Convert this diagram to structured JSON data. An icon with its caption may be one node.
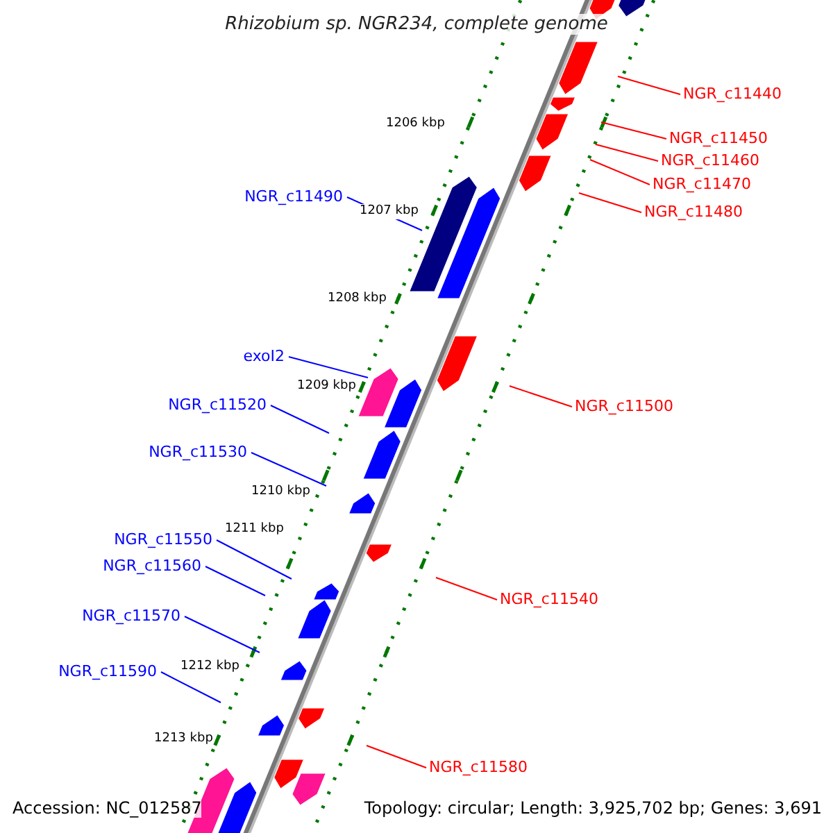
{
  "diagram": {
    "title": "Rhizobium sp. NGR234, complete genome",
    "nodes": [
      {
        "text": [
          "NGR_c11440"
        ]
      },
      {
        "text": [
          "NGR_c11450"
        ]
      },
      {
        "text": [
          "NGR_c11460"
        ]
      },
      {
        "text": [
          "NGR_c11470"
        ]
      },
      {
        "text": [
          "NGR_c11490"
        ]
      },
      {
        "text": [
          "NGR_c11480"
        ]
      },
      {
        "text": [
          "exoI2"
        ]
      },
      {
        "text": [
          "NGR_c11520"
        ]
      },
      {
        "text": [
          "NGR_c11500"
        ]
      },
      {
        "text": [
          "NGR_c11530"
        ]
      },
      {
        "text": [
          "NGR_c11550"
        ]
      },
      {
        "text": [
          "NGR_c11560"
        ]
      },
      {
        "text": [
          "NGR_c11540"
        ]
      },
      {
        "text": [
          "NGR_c11570"
        ]
      },
      {
        "text": [
          "NGR_c11590"
        ]
      },
      {
        "text": [
          "NGR_c11580"
        ]
      }
    ],
    "edges": [
      {
        "from": 0,
        "to": null,
        "arrow": "none",
        "color": "#ff0000"
      },
      {
        "from": 1,
        "to": null,
        "arrow": "none",
        "color": "#ff0000"
      },
      {
        "from": 2,
        "to": null,
        "arrow": "none",
        "color": "#ff0000"
      },
      {
        "from": 3,
        "to": null,
        "arrow": "none",
        "color": "#ff0000"
      },
      {
        "from": 4,
        "to": null,
        "arrow": "none",
        "color": "#0000ff"
      },
      {
        "from": 5,
        "to": null,
        "arrow": "none",
        "color": "#ff0000"
      },
      {
        "from": 6,
        "to": null,
        "arrow": "none",
        "color": "#0000ff"
      },
      {
        "from": 7,
        "to": null,
        "arrow": "none",
        "color": "#0000ff"
      },
      {
        "from": 8,
        "to": null,
        "arrow": "none",
        "color": "#ff0000"
      },
      {
        "from": 9,
        "to": null,
        "arrow": "none",
        "color": "#0000ff"
      },
      {
        "from": 10,
        "to": null,
        "arrow": "none",
        "color": "#0000ff"
      },
      {
        "from": 11,
        "to": null,
        "arrow": "none",
        "color": "#0000ff"
      },
      {
        "from": 12,
        "to": null,
        "arrow": "none",
        "color": "#ff0000"
      },
      {
        "from": 13,
        "to": null,
        "arrow": "none",
        "color": "#0000ff"
      },
      {
        "from": 14,
        "to": null,
        "arrow": "none",
        "color": "#0000ff"
      },
      {
        "from": 15,
        "to": null,
        "arrow": "none",
        "color": "#ff0000"
      }
    ],
    "labels": [
      "1206 kbp",
      "1207 kbp",
      "1208 kbp",
      "1209 kbp",
      "1210 kbp",
      "1211 kbp",
      "1212 kbp",
      "1213 kbp",
      "Accession: NC_012587",
      "Topology: circular; Length: 3,925,702 bp; Genes: 3,691"
    ]
  }
}
